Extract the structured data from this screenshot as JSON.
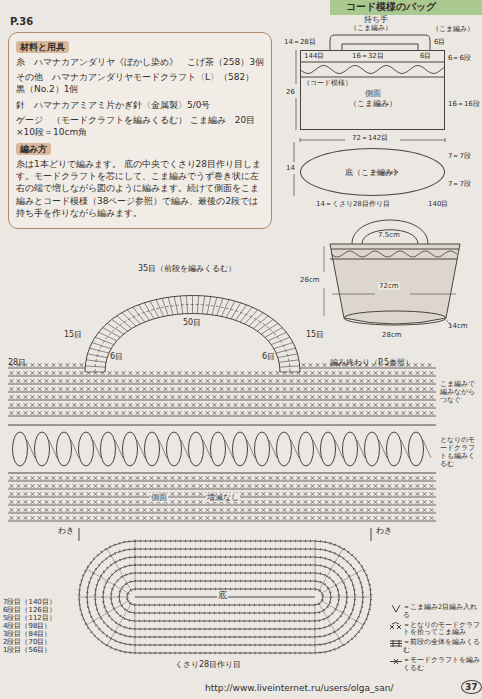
{
  "diagram": {
    "title": "コード模様のバッグ",
    "nodes": [
      {
        "text": [
          "材料と用具",
          "糸　ハマナカアンダリヤ《ぼかし染め》　こげ茶（258）3個",
          "その他　ハマナカアンダリヤモードクラフト〈L〉（582） 黒（No.2）1個",
          "針　ハマナカアミアミ片かぎ針〈金属製〉5/0号",
          "ゲージ　（モードクラフトを編みくるむ） こま編み　20目×10段＝10cm角",
          "編み方",
          "糸は1本どりで編みます。 底の中央でくさり28目作り目します。モードクラフトを芯にして、こま編みでうず巻き状に左右の端で増しながら図のように編みます。続けて側面をこま編みとコード模様（38ページ参照）で編み、最後の2段では持ち手を作りながら編みます。"
        ]
      },
      {
        "text": [
          "側面",
          "（こま編み）"
        ]
      },
      {
        "text": [
          "底（こま編み）"
        ]
      }
    ],
    "labels": [
      "P.36",
      "持ち手",
      "（こま編み）",
      "14＝28目",
      "6目",
      "（こま編み）",
      "144目",
      "16＝32目",
      "6目",
      "6＝6段",
      "（コード模様）",
      "26",
      "16＝16段",
      "72＝142目",
      "14",
      "7＝7段",
      "7＝7段",
      "14＝くさり28目作り目",
      "140目",
      "7.5cm",
      "26cm",
      "72cm",
      "14cm",
      "28cm",
      "35目（前段を編みくるむ）",
      "50目",
      "15目",
      "15目",
      "28目",
      "6目",
      "6目",
      "編み終わり（P.5参照）",
      "こま編みで編みながらつなぐ",
      "となりのモードクラフトも編みくるむ",
      "側面",
      "増減なし",
      "わき",
      "わき",
      "底",
      "7段目（140目）",
      "6段目（126目）",
      "5段目（112目）",
      "4段目（98目）",
      "3段目（84目）",
      "2段目（70目）",
      "1段目（56目）",
      "くさり28目作り目",
      "http://www.liveinternet.ru/users/olga_san/",
      "37"
    ],
    "legend": [
      {
        "text": "＝こま編み2目編み入れる"
      },
      {
        "text": "＝となりのモードクラフトを拾ってこま編み"
      },
      {
        "text": "＝前段の全体を編みくるむ"
      },
      {
        "text": "＝モードクラフトを編みくるむ"
      }
    ]
  }
}
